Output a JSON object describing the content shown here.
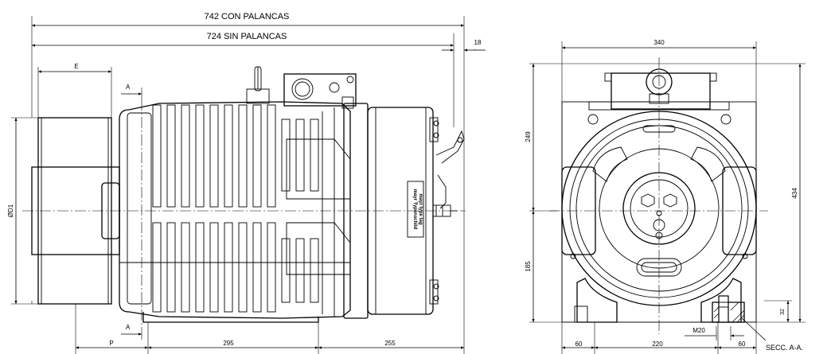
{
  "dims": {
    "overall_with_levers": "742 CON PALANCAS",
    "overall_without_levers": "724 SIN PALANCAS",
    "right_offset": "18",
    "E": "E",
    "A_top": "A",
    "A_bottom": "A",
    "diameter": "ØD1",
    "P": "P",
    "d295": "295",
    "d255": "255",
    "front_width": "340",
    "h249": "249",
    "h185": "185",
    "h434": "434",
    "h32": "32",
    "M20": "M20",
    "b60_left": "60",
    "b220": "220",
    "b60_right": "60",
    "section": "SECC. A-A."
  },
  "nameplate": {
    "line1": "mayr  Typenschild",
    "line2": "mayr  type  tag"
  }
}
